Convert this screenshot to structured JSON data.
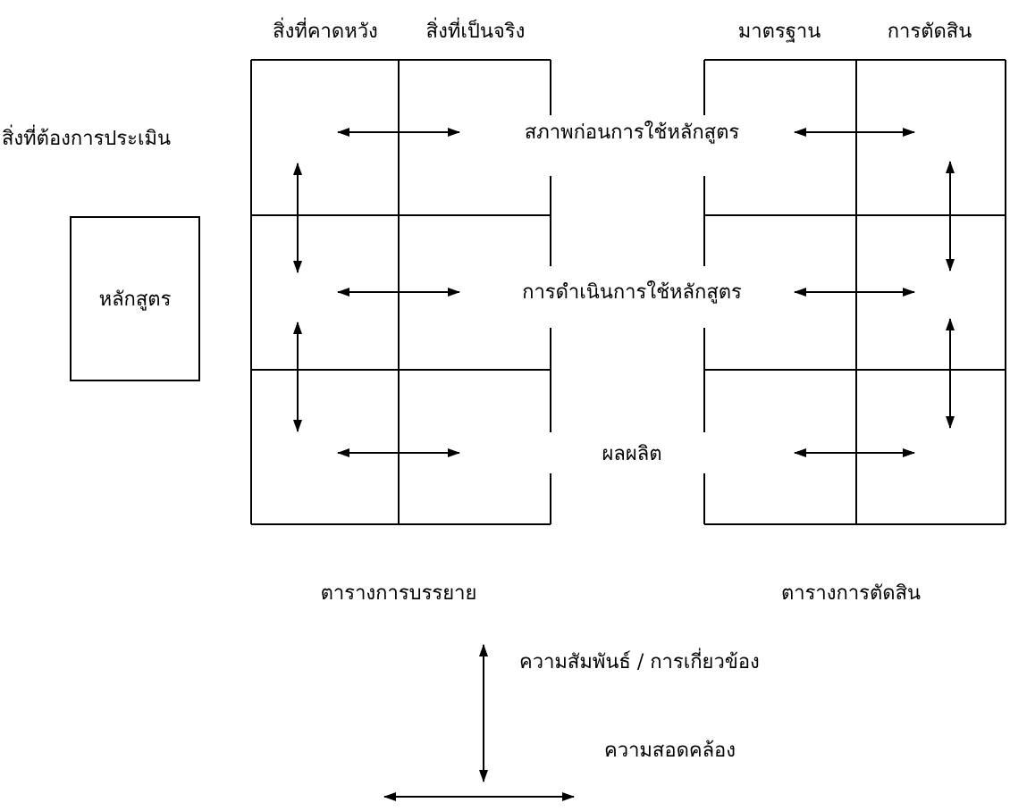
{
  "labels": {
    "expected": "สิ่งที่คาดหวัง",
    "actual": "สิ่งที่เป็นจริง",
    "standard": "มาตรฐาน",
    "judgement": "การตัดสิน",
    "to_evaluate": "สิ่งที่ต้องการประเมิน",
    "curriculum": "หลักสูตร",
    "antecedent": "สภาพก่อนการใช้หลักสูตร",
    "process": "การดำเนินการใช้หลักสูตร",
    "outcome": "ผลผลิต",
    "description_matrix": "ตารางการบรรยาย",
    "judgement_matrix": "ตารางการตัดสิน"
  },
  "legend": {
    "relationship": "ความสัมพันธ์ / การเกี่ยวข้อง",
    "congruence": "ความสอดคล้อง"
  },
  "colors": {
    "stroke": "#000000",
    "background": "#ffffff"
  }
}
